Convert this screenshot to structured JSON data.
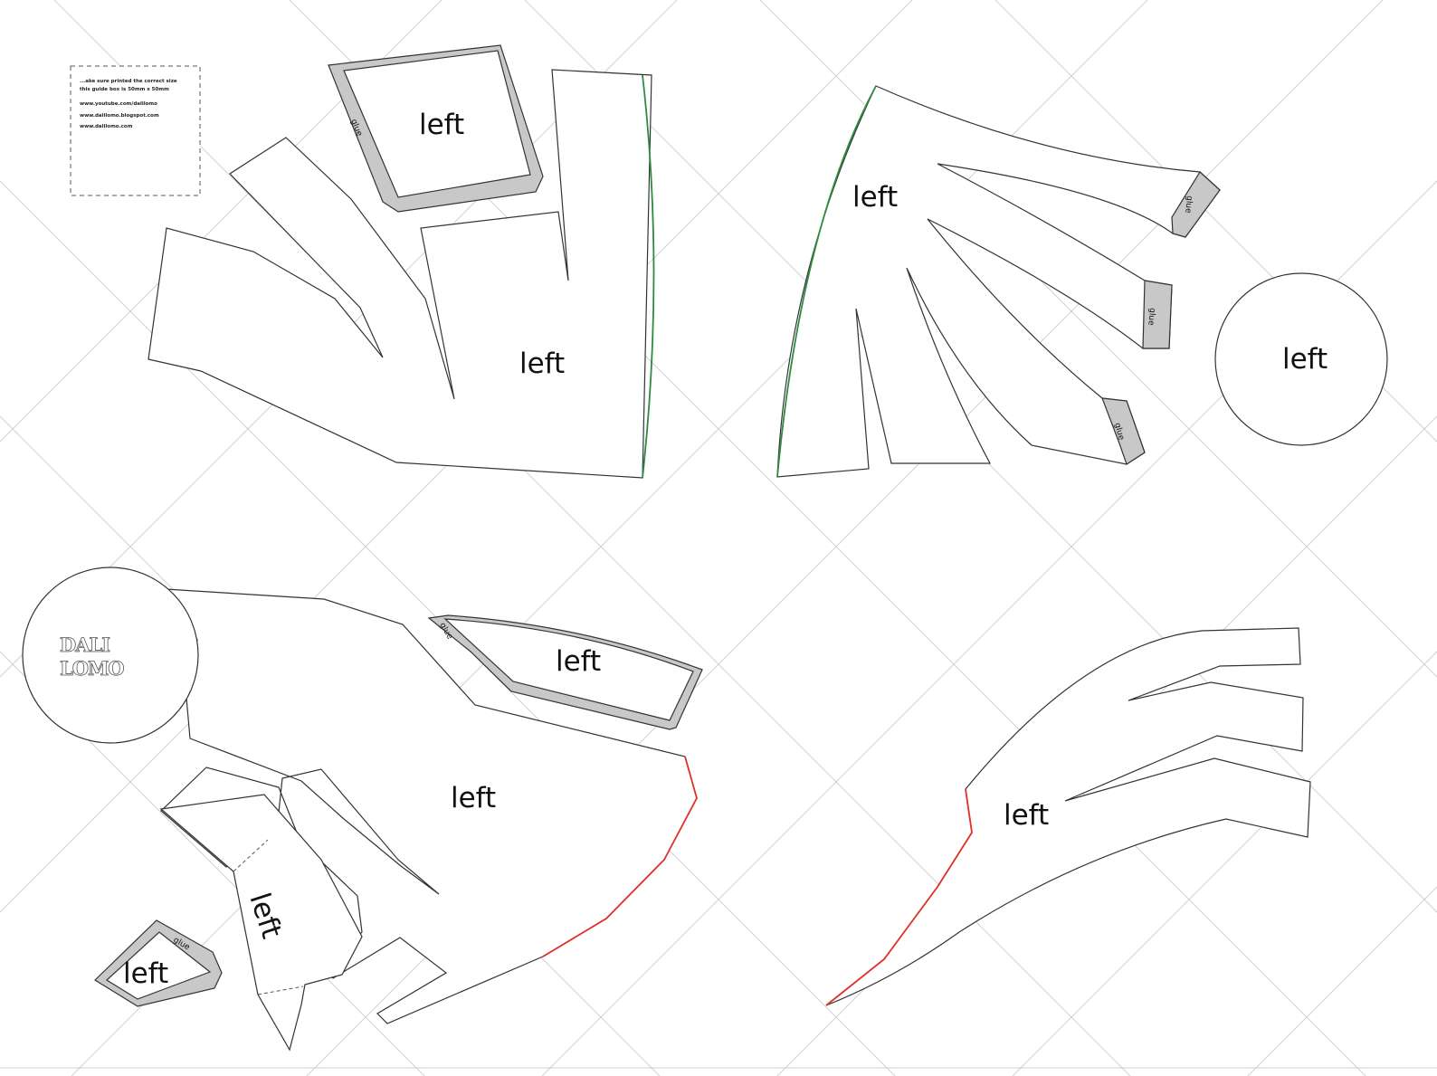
{
  "colors": {
    "fold_line_green": "#2e8b3e",
    "fold_line_red": "#e0302a",
    "glue_tab": "#c8c8c8",
    "grid": "#d0d0d0"
  },
  "guide_box": {
    "line1": "...ake sure printed the correct size",
    "line2": "this guide box is 50mm x 50mm",
    "line3": "www.youtube.com/dalilomo",
    "line4": "www.dalilomo.blogspot.com",
    "line5": "www.dalilomo.com"
  },
  "logo": {
    "line1": "DALI",
    "line2": "LOMO"
  },
  "pieces": {
    "top_left_main": "left",
    "top_left_square": "left",
    "top_right_main": "left",
    "right_circle": "left",
    "bottom_left_main": "left",
    "bottom_left_tab_piece": "left",
    "bottom_left_strip": "left",
    "bottom_left_small": "left",
    "bottom_right_main": "left"
  },
  "glue_label": "glue"
}
